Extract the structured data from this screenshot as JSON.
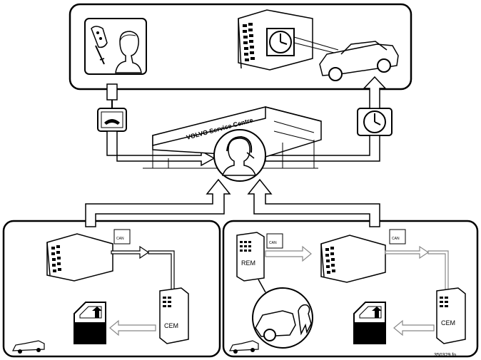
{
  "service_centre": {
    "sign_text": "VOLVO Service Centre"
  },
  "labels": {
    "rem": "REM",
    "cem_left": "CEM",
    "cem_right": "CEM",
    "can": "CAN",
    "figure_id": "350329 fn"
  }
}
